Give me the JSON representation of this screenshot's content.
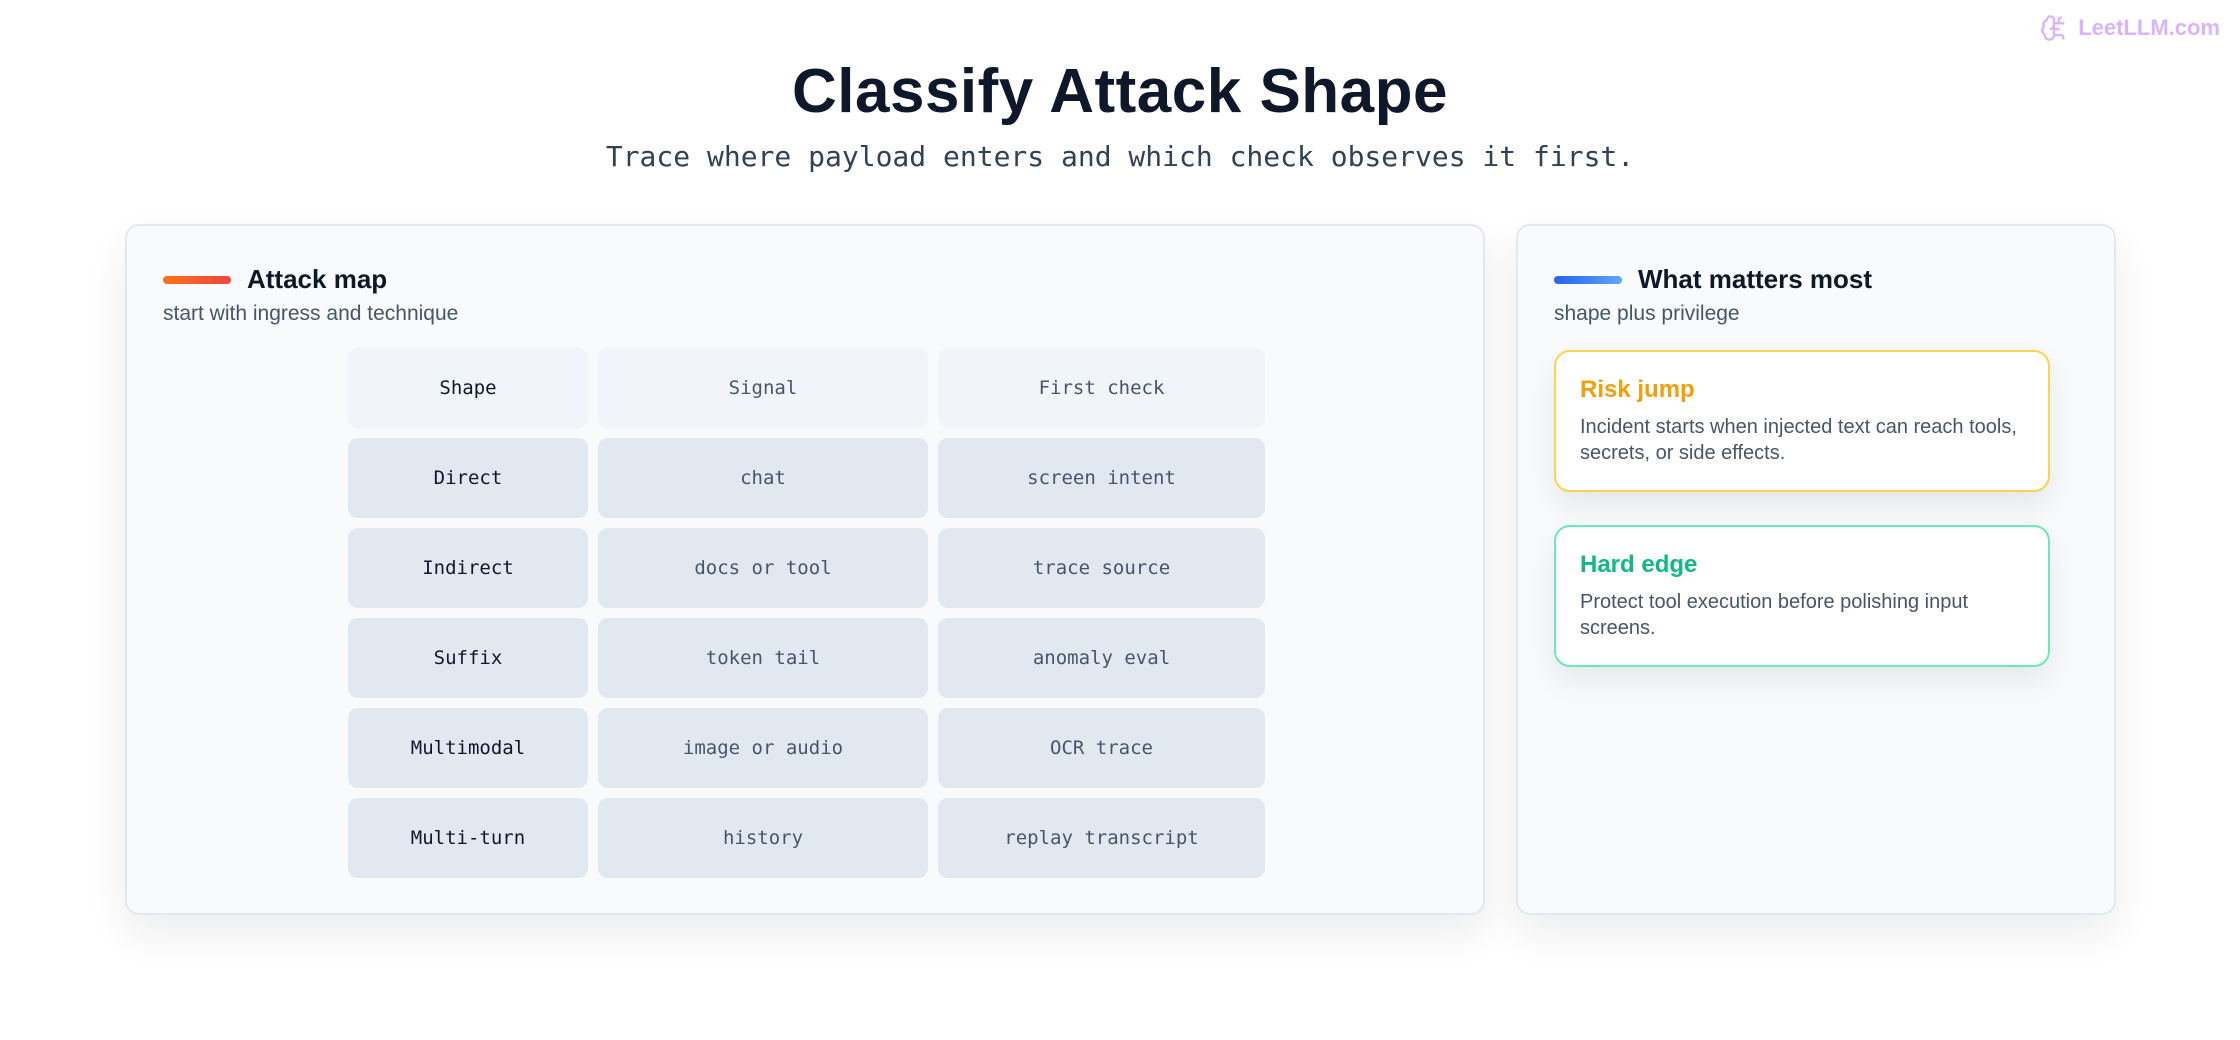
{
  "brand": {
    "name": "LeetLLM.com",
    "icon": "brain-icon",
    "color": "#d8b4fe"
  },
  "header": {
    "title": "Classify Attack Shape",
    "subtitle": "Trace where payload enters and which check observes it first."
  },
  "attack_map": {
    "title": "Attack map",
    "subtitle": "start with ingress and technique",
    "accent": [
      "#f97316",
      "#ef4444"
    ],
    "columns": [
      "Shape",
      "Signal",
      "First check"
    ],
    "rows": [
      [
        "Direct",
        "chat",
        "screen intent"
      ],
      [
        "Indirect",
        "docs or tool",
        "trace source"
      ],
      [
        "Suffix",
        "token tail",
        "anomaly eval"
      ],
      [
        "Multimodal",
        "image or audio",
        "OCR trace"
      ],
      [
        "Multi-turn",
        "history",
        "replay transcript"
      ]
    ]
  },
  "matters": {
    "title": "What matters most",
    "subtitle": "shape plus privilege",
    "accent": [
      "#2563eb",
      "#60a5fa"
    ],
    "notes": [
      {
        "title": "Risk jump",
        "text": "Incident starts when injected text can reach tools, secrets, or side effects.",
        "color": "#f59e0b",
        "border": "#fcd34d"
      },
      {
        "title": "Hard edge",
        "text": "Protect tool execution before polishing input screens.",
        "color": "#10b981",
        "border": "#6ee7b7"
      }
    ]
  }
}
